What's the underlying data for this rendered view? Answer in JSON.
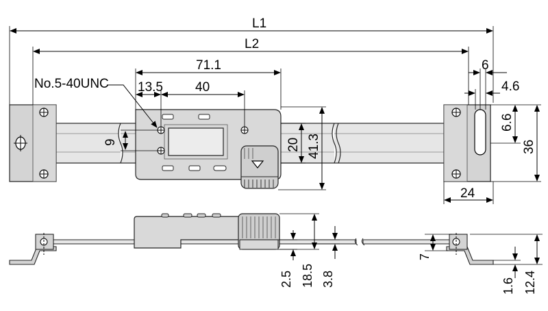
{
  "top_view": {
    "dimensions": {
      "l1": "L1",
      "l2": "L2",
      "d71_1": "71.1",
      "thread": "No.5-40UNC",
      "d13_5": "13.5",
      "d40": "40",
      "d6": "6",
      "d4_6": "4.6",
      "d9": "9",
      "d20": "20",
      "d41_3": "41.3",
      "d6_6": "6.6",
      "d36": "36",
      "d24": "24"
    }
  },
  "side_view": {
    "dimensions": {
      "d2_5": "2.5",
      "d18_5": "18.5",
      "d3_8": "3.8",
      "d7": "7",
      "d1_6": "1.6",
      "d12_4": "12.4"
    }
  },
  "colors": {
    "body_fill": "#d9d9d9",
    "body_dark": "#bdbdbd",
    "rail_fill": "#e6e6e6",
    "bracket_fill": "#d4d4d4",
    "lcd_fill": "#ececec",
    "line": "#000000"
  }
}
